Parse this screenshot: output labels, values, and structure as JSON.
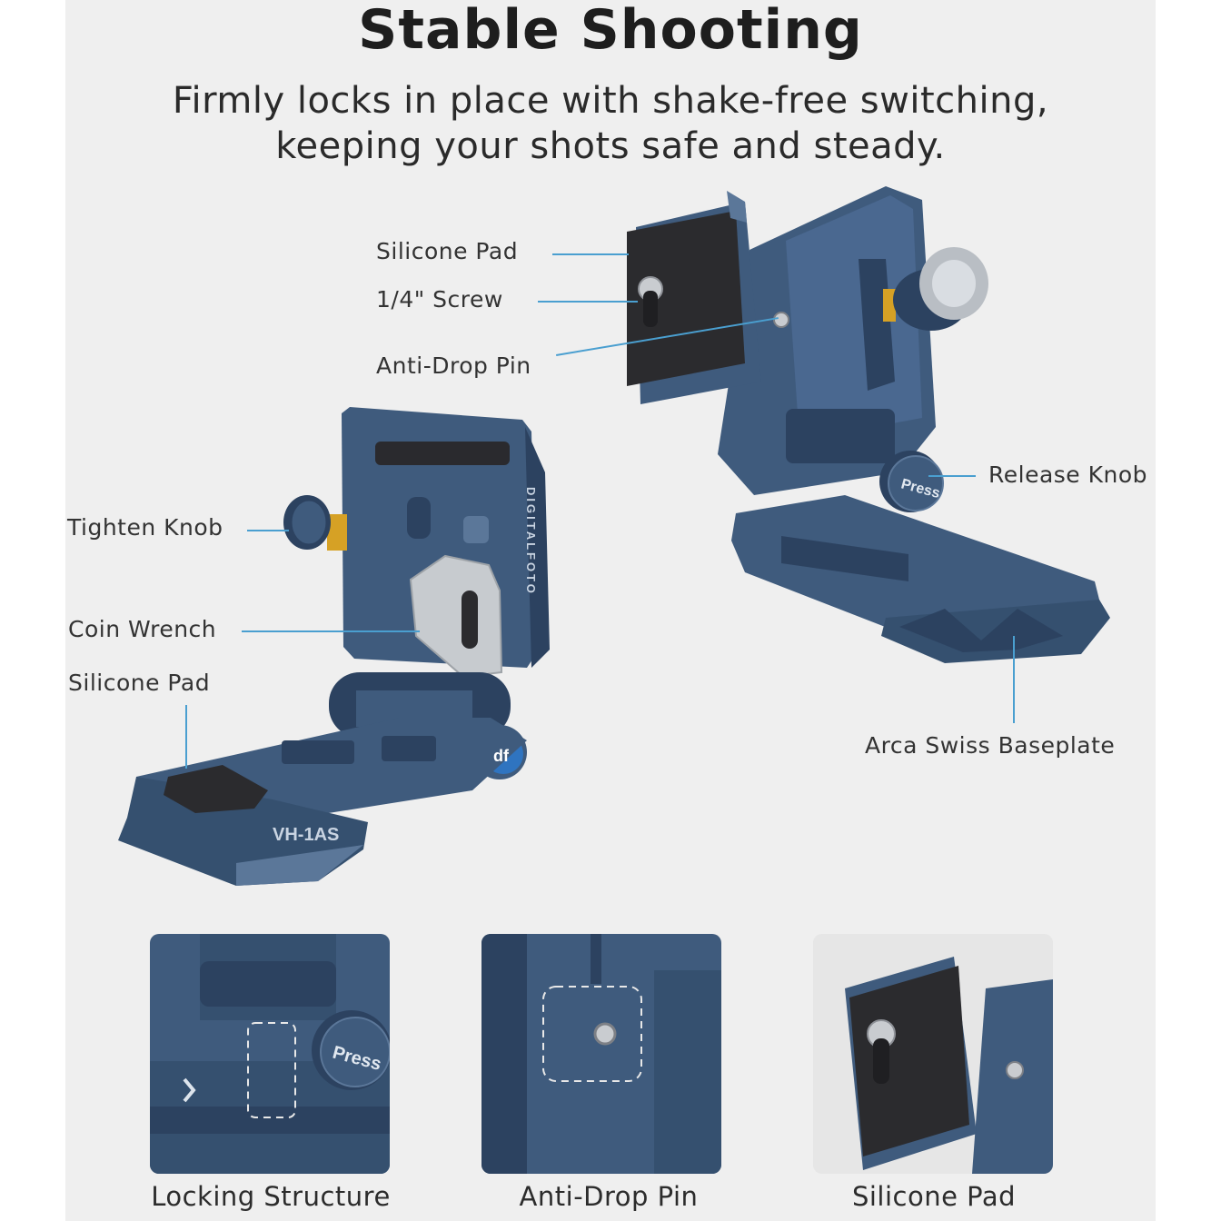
{
  "header": {
    "title": "Stable Shooting",
    "subtitle_line1": "Firmly locks in place with shake-free switching,",
    "subtitle_line2": "keeping your shots safe and steady."
  },
  "callouts": {
    "silicone_pad_top": "Silicone Pad",
    "screw": "1/4\" Screw",
    "anti_drop_pin": "Anti-Drop Pin",
    "release_knob": "Release Knob",
    "tighten_knob": "Tighten Knob",
    "coin_wrench": "Coin Wrench",
    "silicone_pad_left": "Silicone Pad",
    "arca_swiss": "Arca Swiss Baseplate"
  },
  "product": {
    "brand_text": "DIGITALFOTO",
    "model_text": "VH-1AS",
    "logo_text": "df",
    "press_text": "Press"
  },
  "details": [
    {
      "caption": "Locking Structure"
    },
    {
      "caption": "Anti-Drop Pin"
    },
    {
      "caption": "Silicone Pad"
    }
  ],
  "colors": {
    "metal": "#3f5b7d",
    "metal_dark": "#2c4260",
    "metal_light": "#5b7799",
    "rubber": "#2b2b2e",
    "leader": "#4a9fd0",
    "background": "#efefef"
  }
}
